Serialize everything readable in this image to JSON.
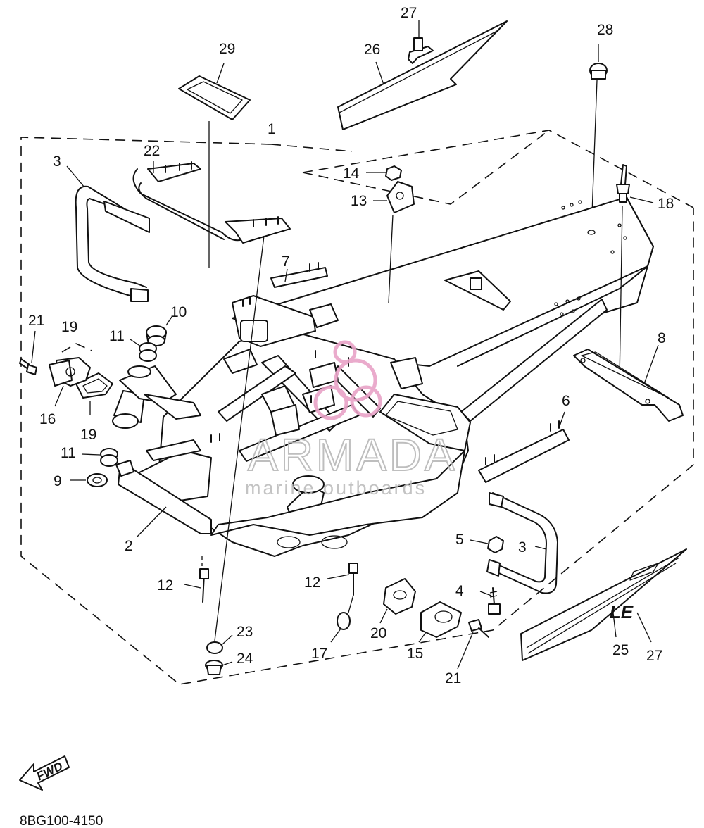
{
  "diagram": {
    "document_code": "8BG100-4150",
    "fwd_label": "FWD",
    "decal_mark": "LE",
    "watermark": {
      "brand": "ARMADA",
      "tagline": "marine outboards",
      "accent_color": "#e8a3c7"
    },
    "callouts": [
      {
        "id": "c1",
        "label": "1"
      },
      {
        "id": "c2",
        "label": "2"
      },
      {
        "id": "c3a",
        "label": "3"
      },
      {
        "id": "c3b",
        "label": "3"
      },
      {
        "id": "c4",
        "label": "4"
      },
      {
        "id": "c5",
        "label": "5"
      },
      {
        "id": "c6",
        "label": "6"
      },
      {
        "id": "c7",
        "label": "7"
      },
      {
        "id": "c8",
        "label": "8"
      },
      {
        "id": "c9",
        "label": "9"
      },
      {
        "id": "c10",
        "label": "10"
      },
      {
        "id": "c11a",
        "label": "11"
      },
      {
        "id": "c11b",
        "label": "11"
      },
      {
        "id": "c12a",
        "label": "12"
      },
      {
        "id": "c12b",
        "label": "12"
      },
      {
        "id": "c13",
        "label": "13"
      },
      {
        "id": "c14",
        "label": "14"
      },
      {
        "id": "c15",
        "label": "15"
      },
      {
        "id": "c16",
        "label": "16"
      },
      {
        "id": "c17",
        "label": "17"
      },
      {
        "id": "c18",
        "label": "18"
      },
      {
        "id": "c19a",
        "label": "19"
      },
      {
        "id": "c19b",
        "label": "19"
      },
      {
        "id": "c20",
        "label": "20"
      },
      {
        "id": "c21a",
        "label": "21"
      },
      {
        "id": "c21b",
        "label": "21"
      },
      {
        "id": "c22",
        "label": "22"
      },
      {
        "id": "c23",
        "label": "23"
      },
      {
        "id": "c24",
        "label": "24"
      },
      {
        "id": "c25",
        "label": "25"
      },
      {
        "id": "c26",
        "label": "26"
      },
      {
        "id": "c27a",
        "label": "27"
      },
      {
        "id": "c27b",
        "label": "27"
      },
      {
        "id": "c28",
        "label": "28"
      },
      {
        "id": "c29",
        "label": "29"
      }
    ]
  }
}
